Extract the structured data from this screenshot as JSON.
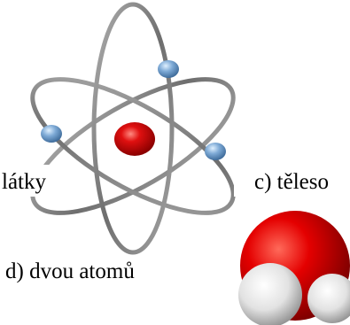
{
  "labels": {
    "a_text": "látky",
    "c_text": "c) těleso",
    "d_text": "d) dvou atomů"
  },
  "colors": {
    "orbit": "#8a8a8a",
    "nucleus": "#d40000",
    "electron": "#6f9fd0",
    "oxygen": "#e00000",
    "hydrogen": "#e8e8e8"
  },
  "icons": {
    "atom": "atom-model-icon",
    "molecule": "water-molecule-icon"
  }
}
